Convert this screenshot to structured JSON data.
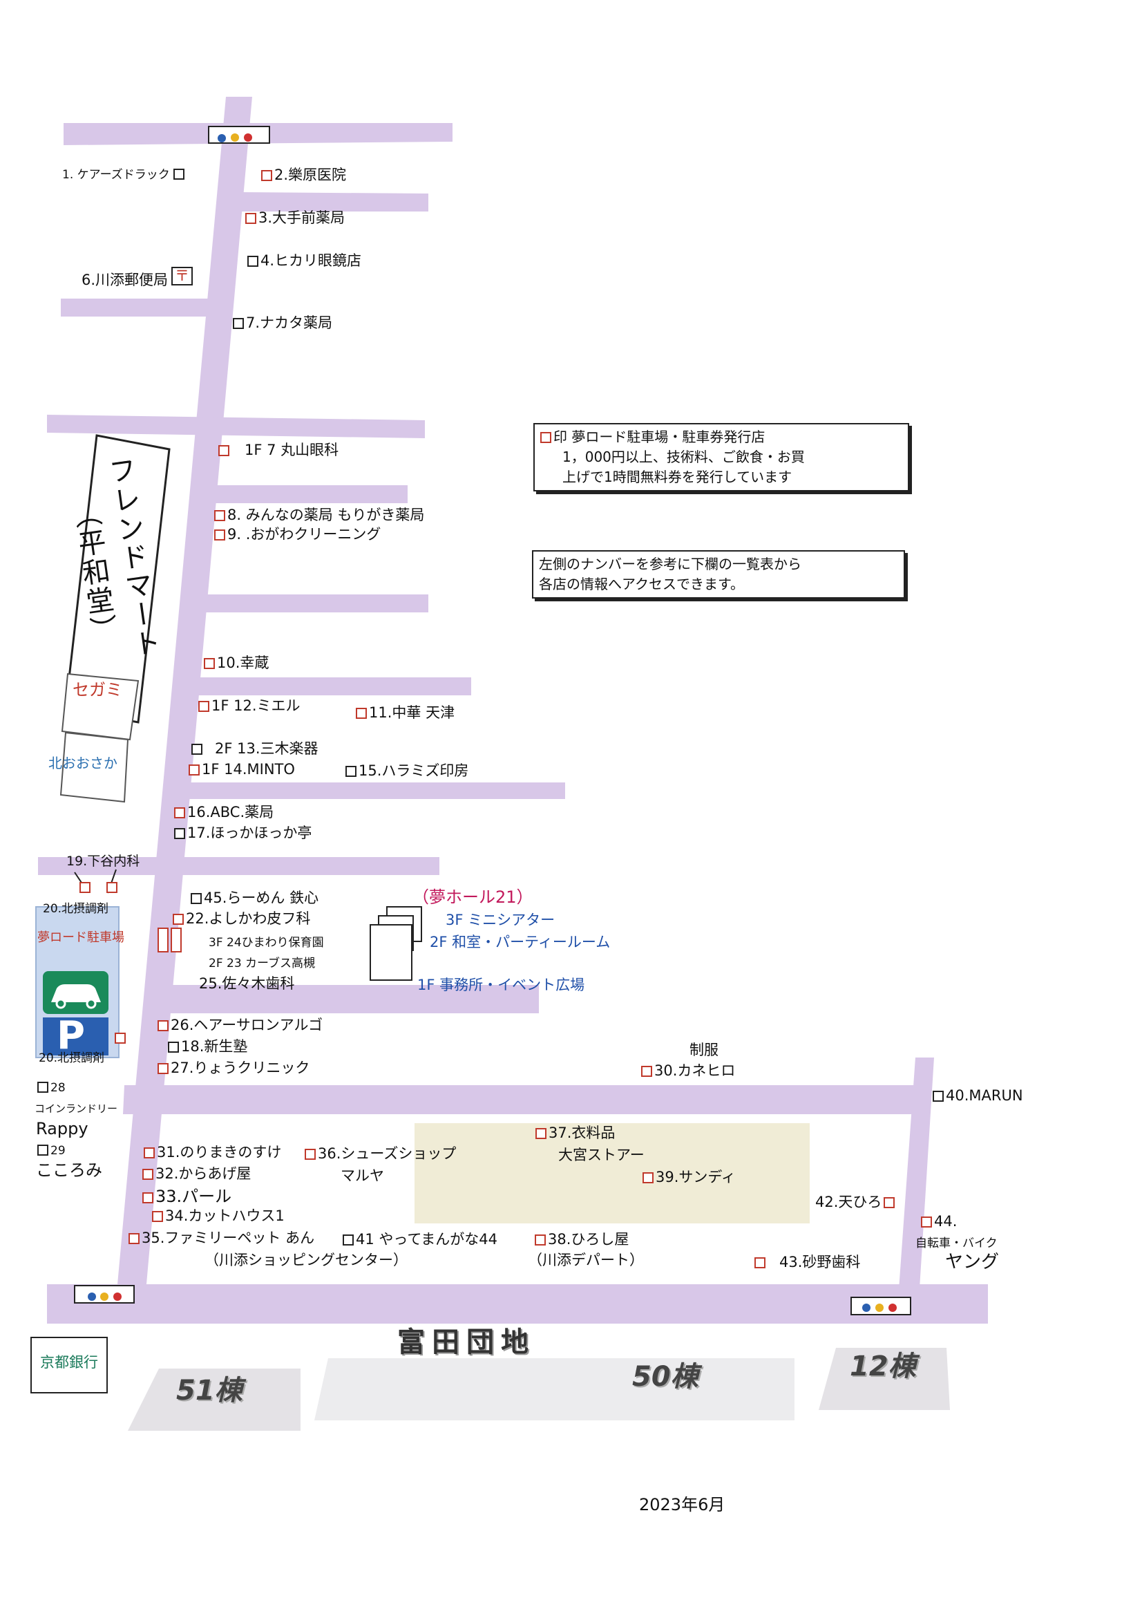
{
  "colors": {
    "road": "#d8c7e8",
    "accent_red": "#c0392b",
    "hall_magenta": "#c2185b",
    "hall_blue": "#1f4fa8",
    "parking_blue": "#2a5fb0",
    "bank_green": "#1a7a5a",
    "shop_area": "#f0ecd6"
  },
  "stores": {
    "s1": "1.  ケアーズドラック",
    "s2": "2.樂原医院",
    "s3": "3.大手前薬局",
    "s4": "4.ヒカリ眼鏡店",
    "s6": "6.川添郵便局",
    "s7": "7.ナカタ薬局",
    "s1f7": "1F  7  丸山眼科",
    "s8": "8. みんなの薬局  もりがき薬局",
    "s9": "9. .おがわクリーニング",
    "s10": "10.幸蔵",
    "s12": "1F  12.ミエル",
    "s11": "11.中華 天津",
    "s13": "2F  13.三木楽器",
    "s14": "1F  14.MINTO",
    "s15": "15.ハラミズ印房",
    "s16": "16.ABC.薬局",
    "s17": "17.ほっかほっか亭",
    "s19": "19.下谷内科",
    "s20a": "20.北摂調剤",
    "s20b": "20.北摂調剤",
    "s45": "45.らーめん  鉄心",
    "s22": "22.よしかわ皮フ科",
    "s24": "3F 24ひまわり保育園",
    "s23": "2F 23  カーブス高槻",
    "s25": "25.佐々木歯科",
    "s26": "26.ヘアーサロンアルゴ",
    "s18": "18.新生塾",
    "s27": "27.りょうクリニック",
    "s28": "28",
    "s28_sub": "コインランドリー",
    "s28_name": "Rappy",
    "s29": "29",
    "s29_name": "こころみ",
    "s30_top": "制服",
    "s30": "30.カネヒロ",
    "s40": "40.MARUN",
    "s31": "31.のりまきのすけ",
    "s36a": "36.シューズショップ",
    "s36b": "マルヤ",
    "s32": "32.からあげ屋",
    "s33": "33.パール",
    "s34": "34.カットハウス1",
    "s35": "35.ファミリーペット  あん",
    "s41": "41   やってまんがな44",
    "s_center": "（川添ショッピングセンター）",
    "s37": "37.衣料品",
    "s37b": "大宮ストアー",
    "s39": "39.サンディ",
    "s38": "38.ひろし屋",
    "s_depart": "（川添デパート）",
    "s42": "42.天ひろ",
    "s43": "43.砂野歯科",
    "s44": "44.",
    "s44b": "自転車・バイク",
    "s44c": "ヤング"
  },
  "landmarks": {
    "friend_mart": "フレンドマート",
    "heiwado": "（平和堂）",
    "segami": "セガミ",
    "kita_osaka": "北おおさか",
    "hall_title": "（夢ホール21）",
    "hall_3f": "3F  ミニシアター",
    "hall_2f": "2F  和室・パーティールーム",
    "hall_1f": "1F  事務所・イベント広場",
    "parking_title": "夢ロード駐車場",
    "parking_sign": "P",
    "bank": "京都銀行",
    "danchi": "富田団地",
    "b51": "51棟",
    "b50": "50棟",
    "b12": "12棟"
  },
  "info_box_1": {
    "line1": "印   夢ロード駐車場・駐車券発行店",
    "line2": "1，000円以上、技術料、ご飲食・お買",
    "line3": "上げで1時間無料券を発行しています"
  },
  "info_box_2": {
    "line1": "左側のナンバーを参考に下欄の一覧表から",
    "line2": "各店の情報へアクセスできます。"
  },
  "postal_mark": "〒",
  "date": "2023年6月"
}
